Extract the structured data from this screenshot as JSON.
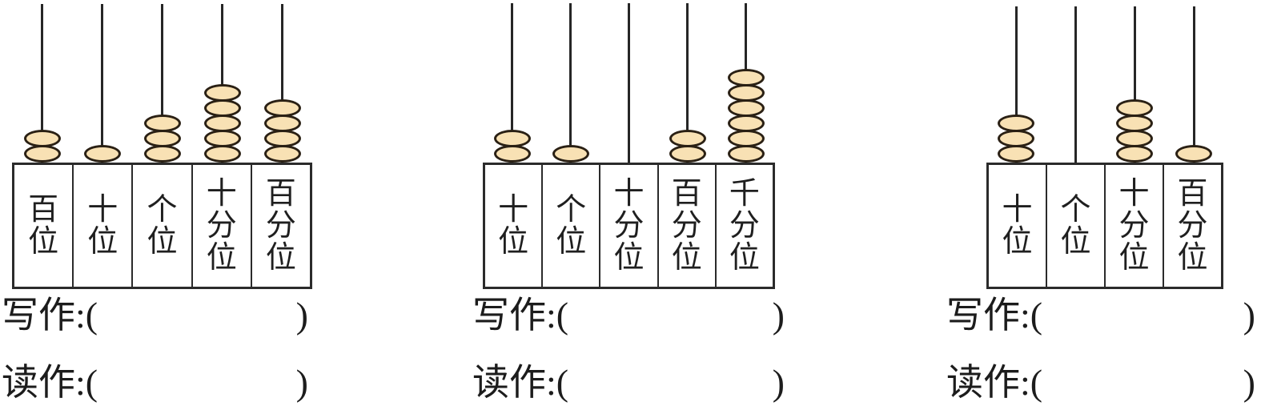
{
  "colors": {
    "background": "#ffffff",
    "bead_fill": "#f8e1b4",
    "bead_outline": "#2a2014",
    "frame_line": "#2b2b2b",
    "text": "#1f1f1f"
  },
  "prompts": {
    "write_open": "写作:(",
    "read_open": "读作:(",
    "close": ")"
  },
  "abacuses": [
    {
      "name": "left-abacus",
      "columns": [
        {
          "label": "百位",
          "beads": 2
        },
        {
          "label": "十位",
          "beads": 1
        },
        {
          "label": "个位",
          "beads": 3
        },
        {
          "label": "十分位",
          "beads": 5
        },
        {
          "label": "百分位",
          "beads": 4
        }
      ]
    },
    {
      "name": "middle-abacus",
      "columns": [
        {
          "label": "十位",
          "beads": 2
        },
        {
          "label": "个位",
          "beads": 1
        },
        {
          "label": "十分位",
          "beads": 0
        },
        {
          "label": "百分位",
          "beads": 2
        },
        {
          "label": "千分位",
          "beads": 6
        }
      ]
    },
    {
      "name": "right-abacus",
      "columns": [
        {
          "label": "十位",
          "beads": 3
        },
        {
          "label": "个位",
          "beads": 0
        },
        {
          "label": "十分位",
          "beads": 4
        },
        {
          "label": "百分位",
          "beads": 1
        }
      ]
    }
  ]
}
